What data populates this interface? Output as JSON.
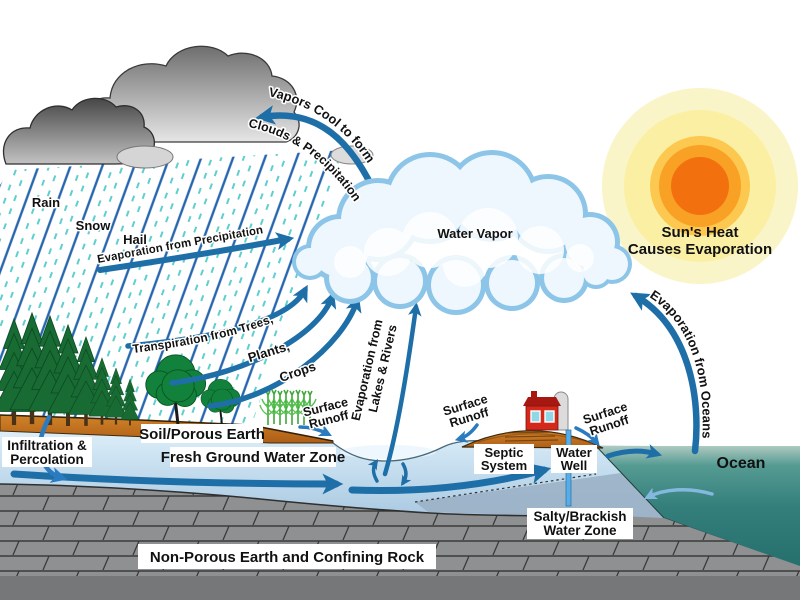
{
  "labels": {
    "rain": "Rain",
    "snow": "Snow",
    "hail": "Hail",
    "vapors_cool_1": "Vapors Cool to form",
    "vapors_cool_2": "Clouds & Precipitation",
    "evap_precip": "Evaporation from Precipitation",
    "transpiration": "Transpiration from Trees,",
    "plants": "Plants,",
    "crops": "Crops",
    "water_vapor": "Water Vapor",
    "suns_heat_1": "Sun's Heat",
    "suns_heat_2": "Causes Evaporation",
    "evap_lakes_1": "Evaporation from",
    "evap_lakes_2": "Lakes & Rivers",
    "evap_oceans": "Evaporation from Oceans",
    "surface_runoff_1": "Surface",
    "surface_runoff_2": "Runoff",
    "soil_label": "Soil/Porous Earth",
    "infiltration_1": "Infiltration &",
    "infiltration_2": "Percolation",
    "fresh_zone": "Fresh Ground Water Zone",
    "septic_1": "Septic",
    "septic_2": "System",
    "well_1": "Water",
    "well_2": "Well",
    "ocean": "Ocean",
    "salty_1": "Salty/Brackish",
    "salty_2": "Water Zone",
    "nonporous": "Non-Porous Earth and Confining Rock"
  },
  "colors": {
    "arrow_blue": "#1E6FA8",
    "runoff_blue": "#2B7BC0",
    "light_arrow": "#85B8DF",
    "rain_line": "#2766AE",
    "rain_dash": "#5ECECE",
    "sun_outer": "#FAF5C8",
    "sun_glow": "#FBEFA3",
    "sun_ring": "#FCC84F",
    "sun_mid": "#F9A125",
    "sun_core": "#F2700E",
    "ocean_teal": "#2E7B77",
    "soil_orange": "#C4701E"
  }
}
